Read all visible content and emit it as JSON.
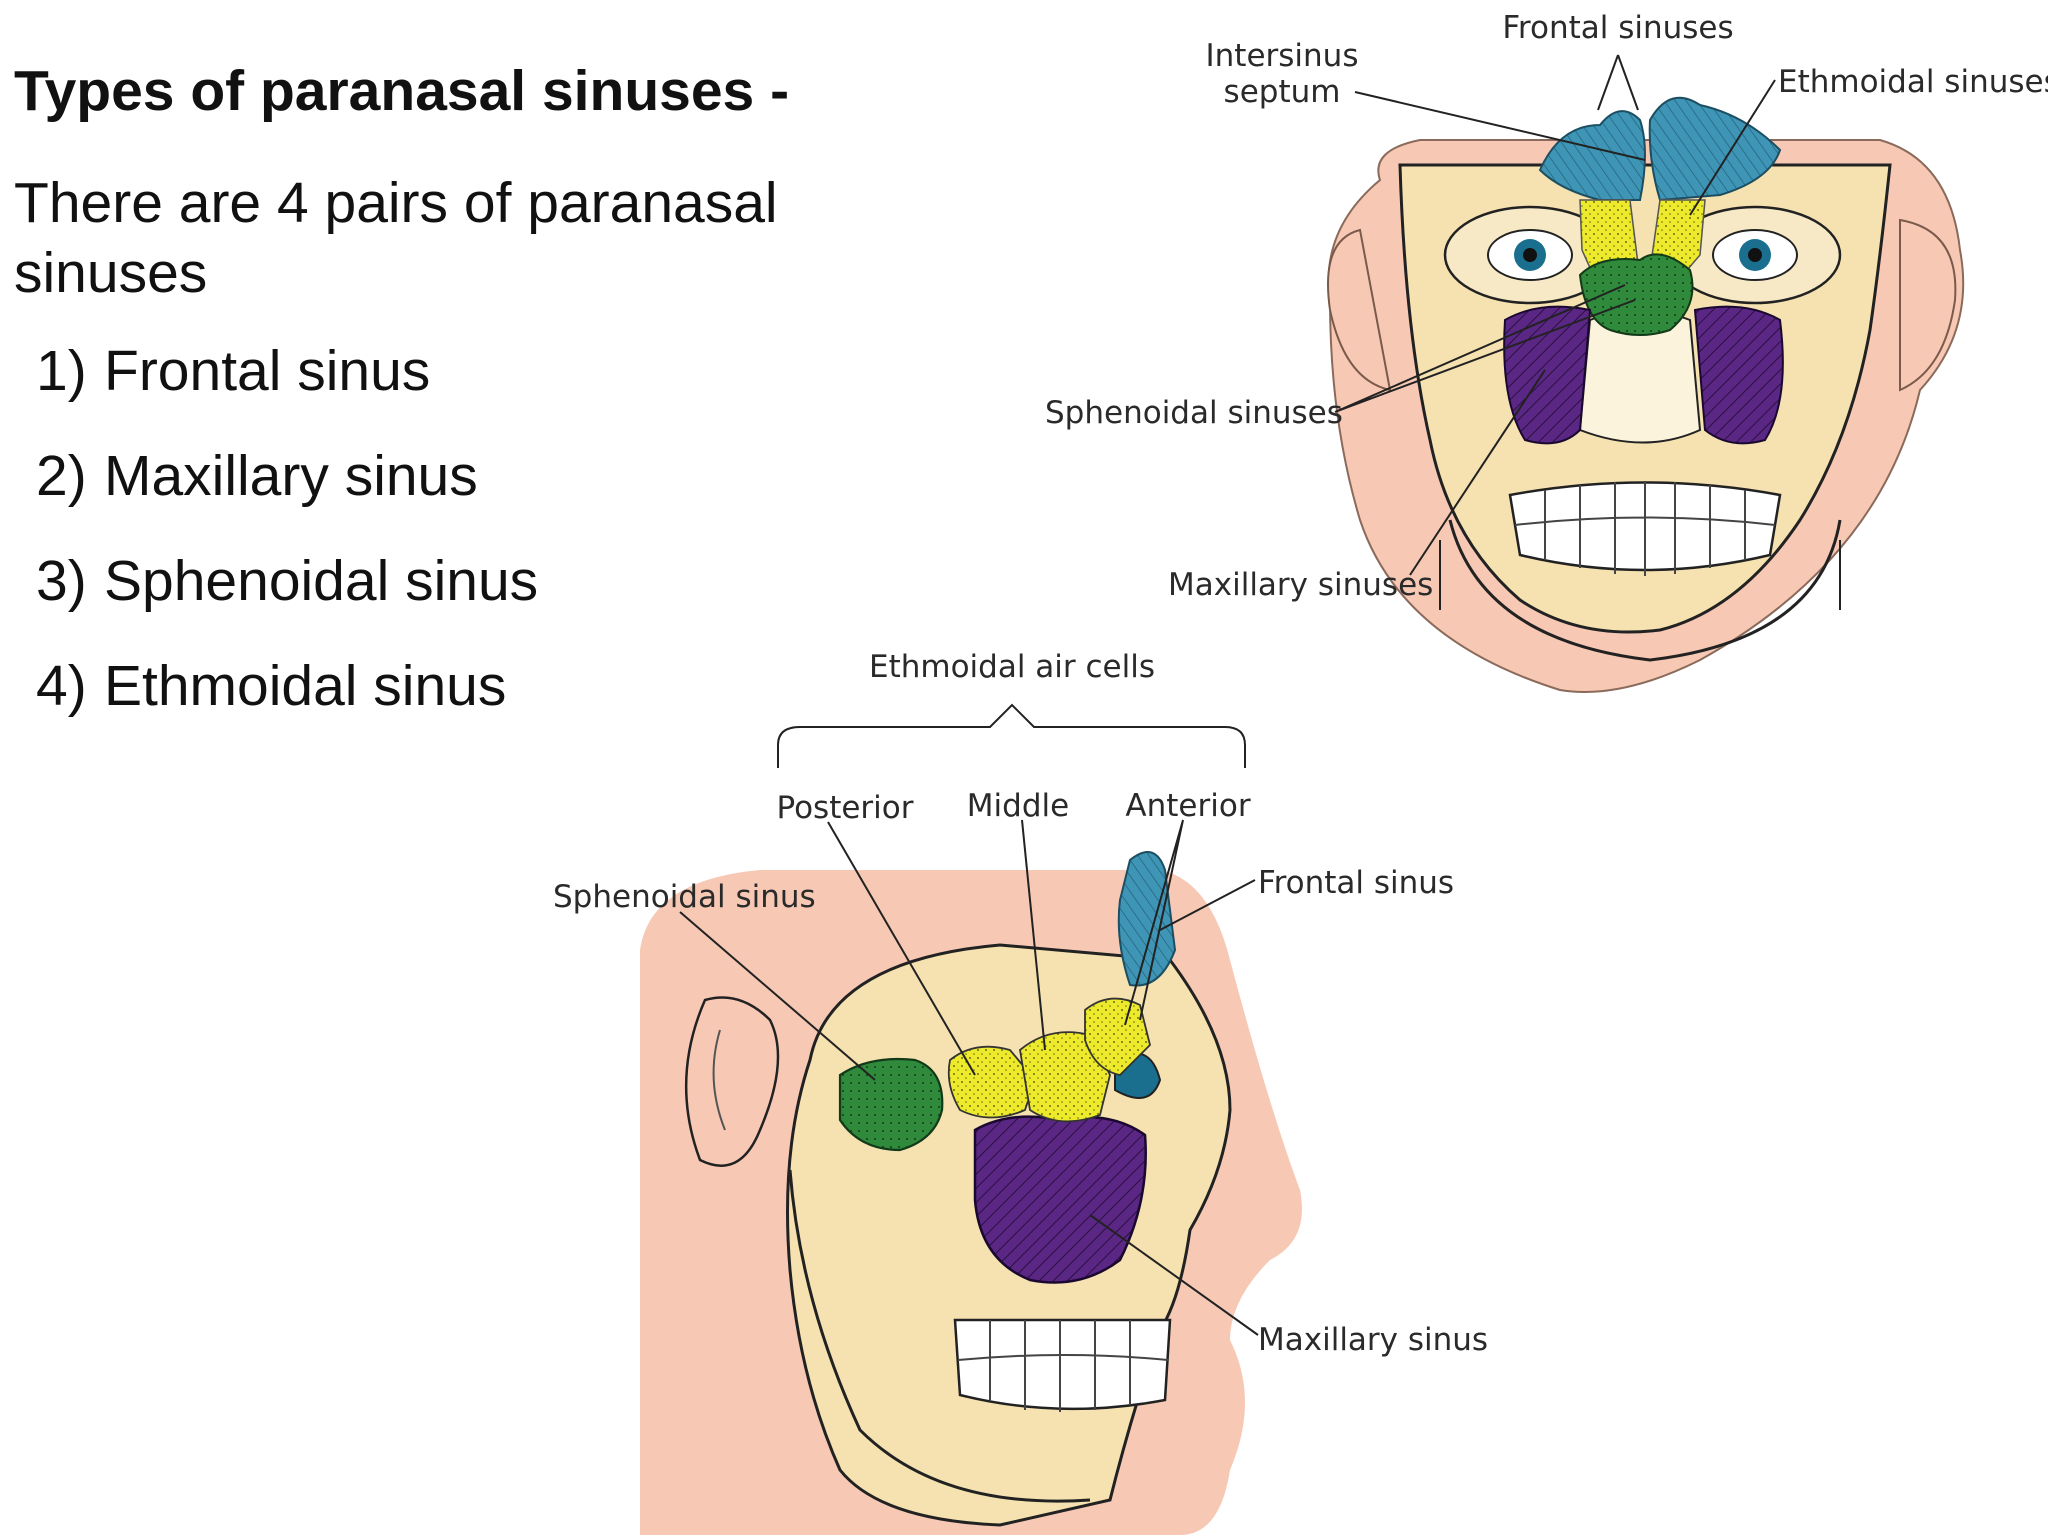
{
  "slide": {
    "heading": "Types of paranasal sinuses -",
    "intro": "There are 4 pairs of paranasal sinuses",
    "list": [
      {
        "number": "1)",
        "label": "Frontal sinus"
      },
      {
        "number": "2)",
        "label": "Maxillary sinus"
      },
      {
        "number": "3)",
        "label": "Sphenoidal sinus"
      },
      {
        "number": "4)",
        "label": "Ethmoidal sinus"
      }
    ]
  },
  "frontal_view": {
    "labels": {
      "frontal_sinuses": "Frontal sinuses",
      "intersinus_septum_line1": "Intersinus",
      "intersinus_septum_line2": "septum",
      "ethmoidal_sinuses": "Ethmoidal sinuses",
      "sphenoidal_sinuses": "Sphenoidal sinuses",
      "maxillary_sinuses": "Maxillary sinuses"
    }
  },
  "lateral_view": {
    "labels": {
      "ethmoidal_air_cells": "Ethmoidal air cells",
      "posterior": "Posterior",
      "middle": "Middle",
      "anterior": "Anterior",
      "sphenoidal_sinus": "Sphenoidal sinus",
      "frontal_sinus": "Frontal sinus",
      "maxillary_sinus": "Maxillary sinus"
    }
  },
  "colors": {
    "frontal": "#3f95b5",
    "ethmoidal": "#ecea2a",
    "sphenoidal": "#2f8a3c",
    "maxillary": "#5b2784",
    "bone": "#f5e2b0",
    "skin": "#f7c9b5"
  }
}
